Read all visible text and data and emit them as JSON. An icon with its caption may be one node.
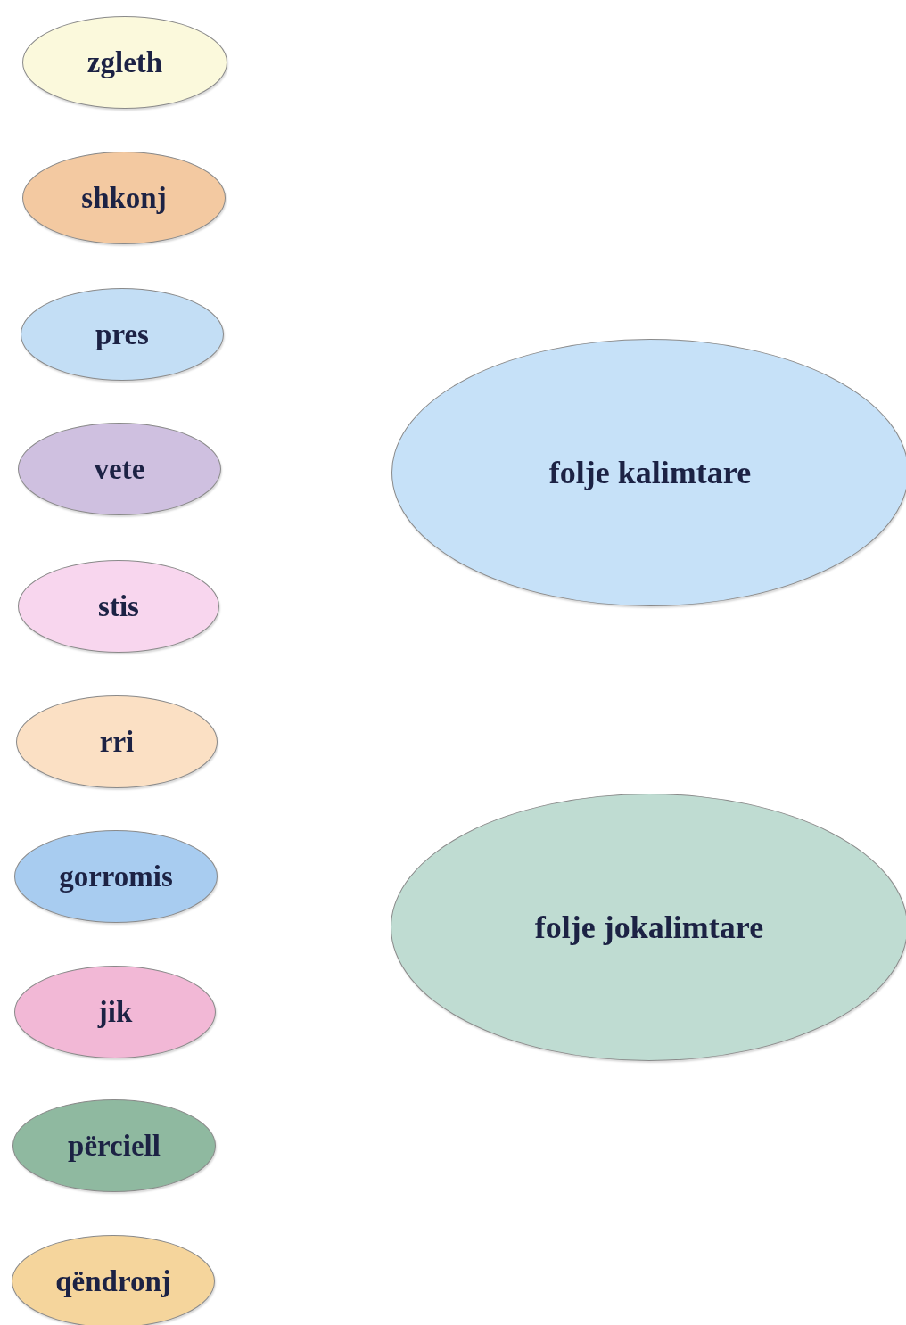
{
  "diagram": {
    "nodes": [
      {
        "text": [
          "zgleth"
        ]
      },
      {
        "text": [
          "shkonj"
        ]
      },
      {
        "text": [
          "pres"
        ]
      },
      {
        "text": [
          "vete"
        ]
      },
      {
        "text": [
          "stis"
        ]
      },
      {
        "text": [
          "rri"
        ]
      },
      {
        "text": [
          "gorromis"
        ]
      },
      {
        "text": [
          "jik"
        ]
      },
      {
        "text": [
          "përciell"
        ]
      },
      {
        "text": [
          "qëndronj"
        ]
      },
      {
        "text": [
          "folje kalimtare"
        ]
      },
      {
        "text": [
          "folje jokalimtare"
        ]
      }
    ]
  }
}
